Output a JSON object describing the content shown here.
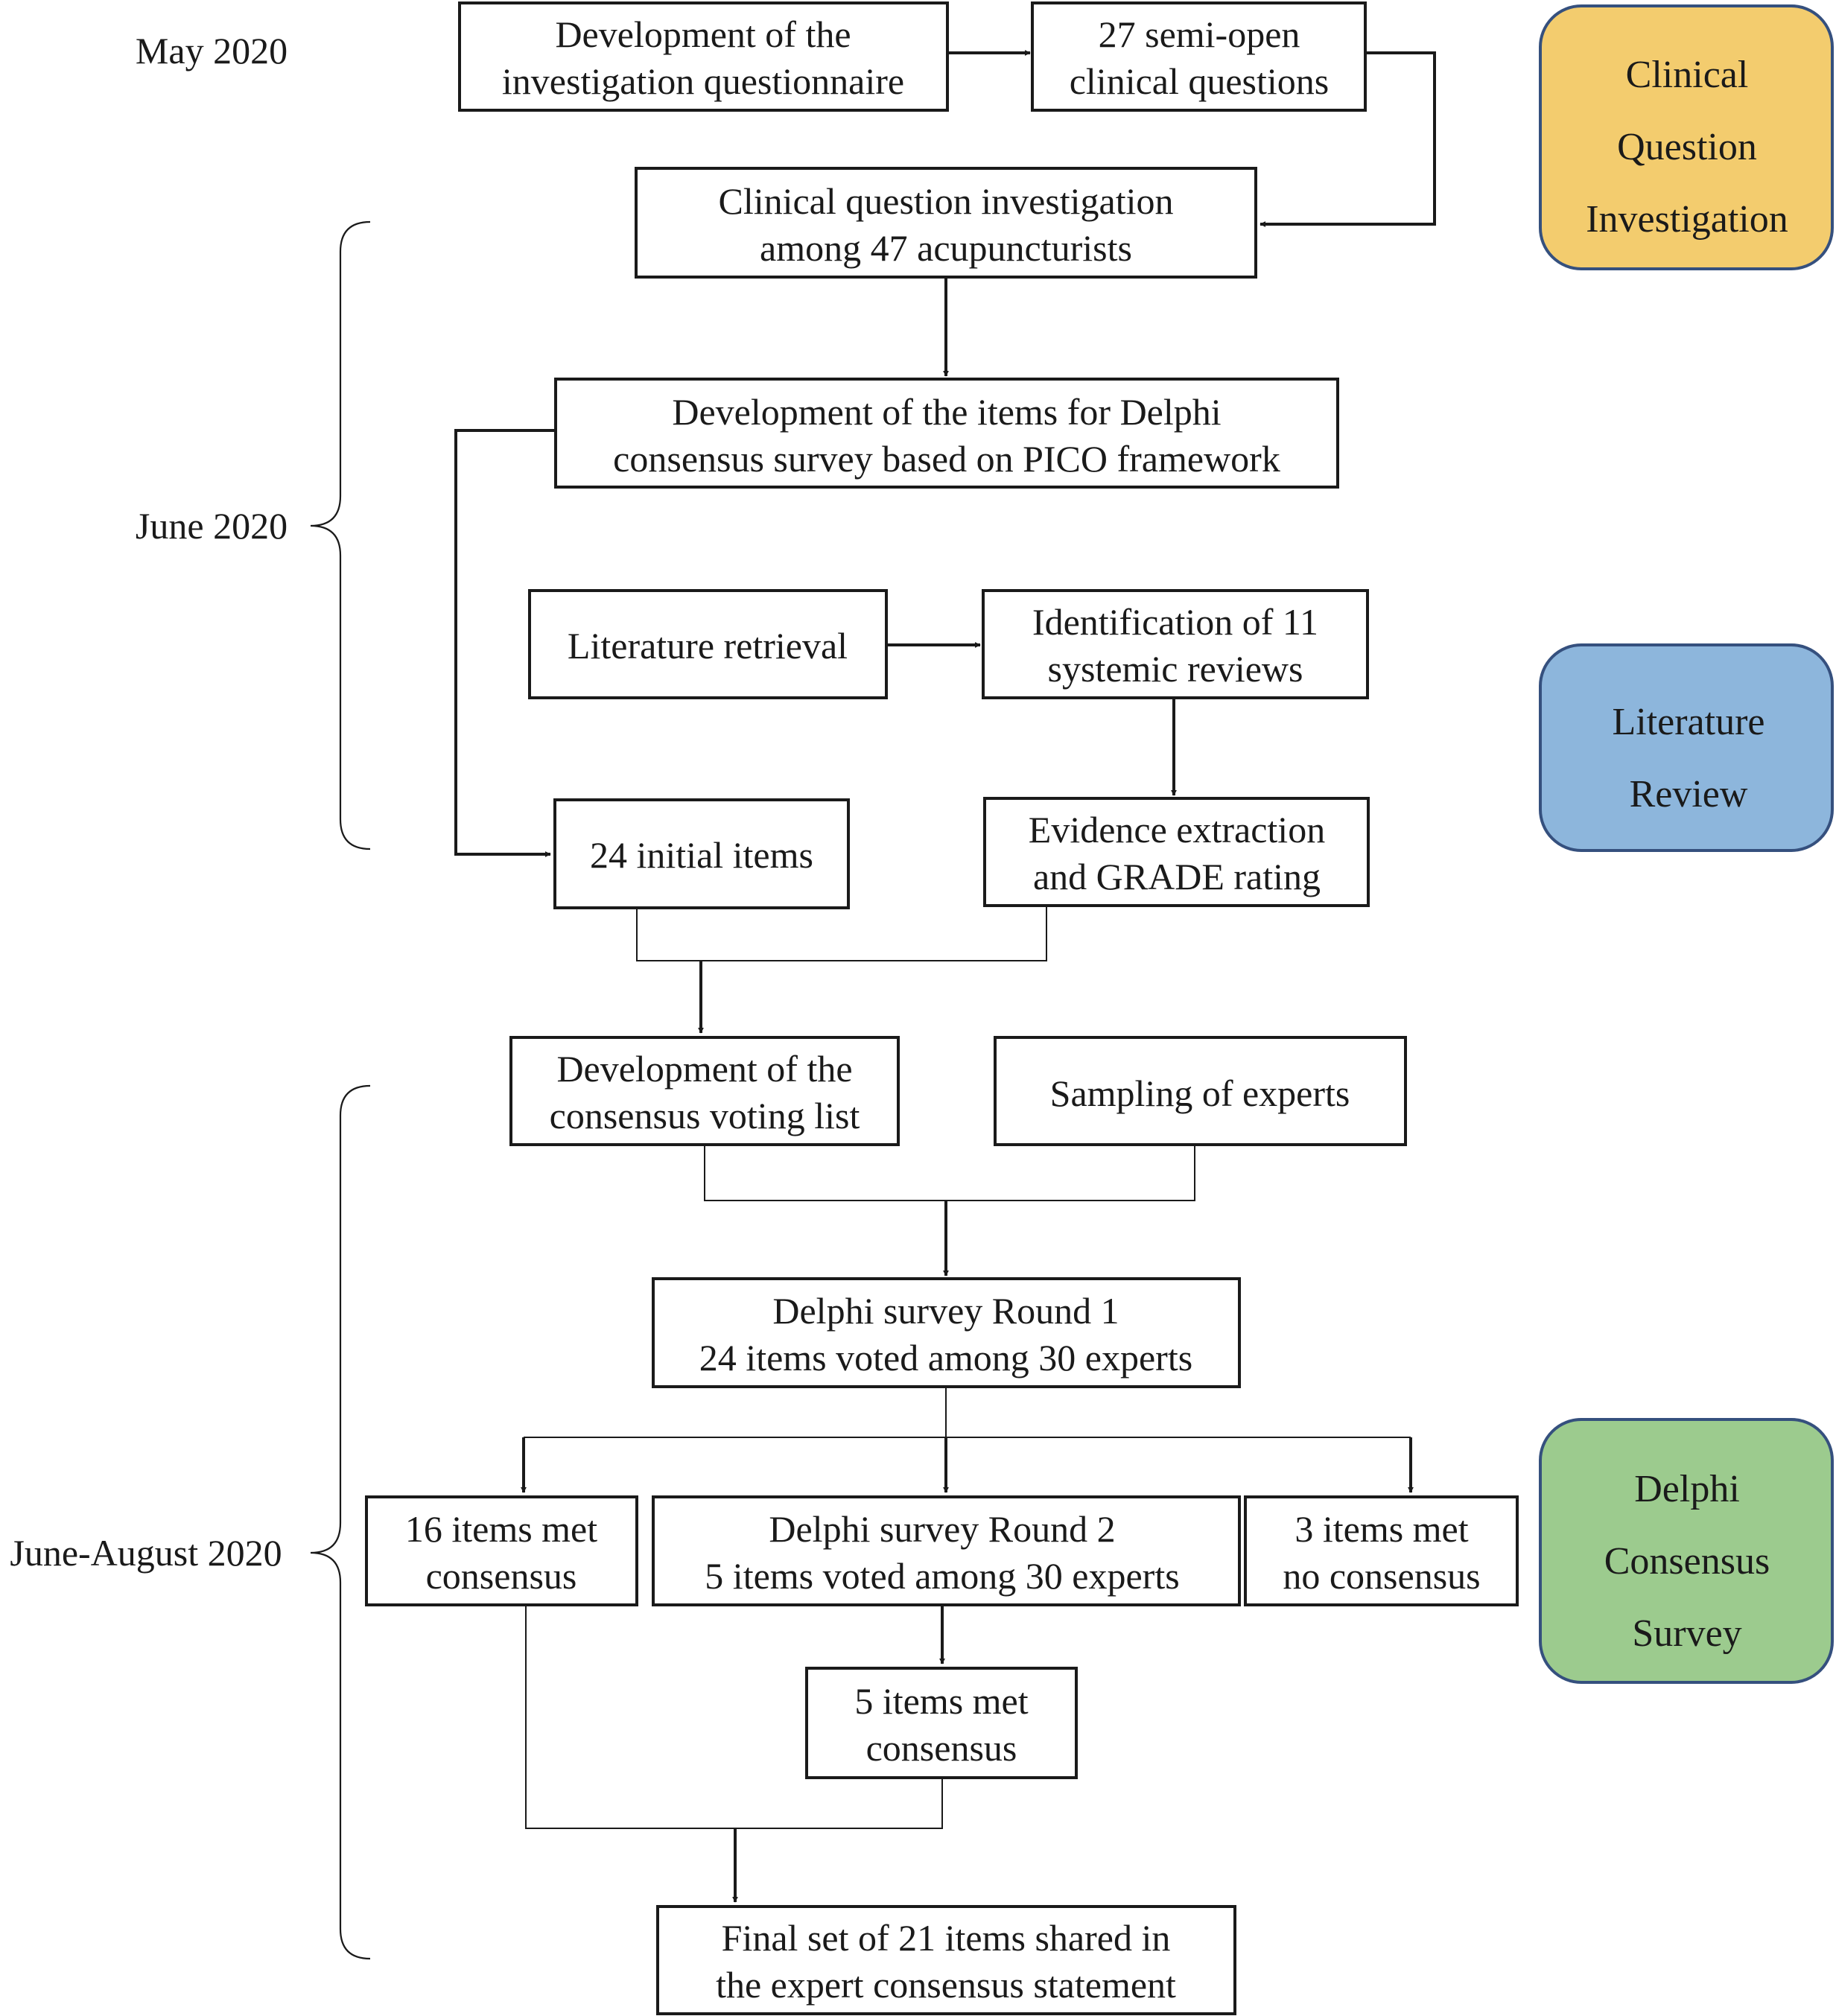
{
  "dates": {
    "may": "May 2020",
    "june": "June 2020",
    "june_august": "June-August 2020"
  },
  "boxes": {
    "dev_questionnaire": [
      "Development of the",
      "investigation questionnaire"
    ],
    "semi_open": [
      "27 semi-open",
      "clinical questions"
    ],
    "investigation": [
      "Clinical question investigation",
      "among 47 acupuncturists"
    ],
    "dev_items": [
      "Development of the items for Delphi",
      "consensus survey based on PICO framework"
    ],
    "lit_retrieval": [
      "Literature retrieval"
    ],
    "identification": [
      "Identification of 11",
      "systemic reviews"
    ],
    "initial_items": [
      "24 initial items"
    ],
    "evidence": [
      "Evidence extraction",
      "and GRADE rating"
    ],
    "voting_list": [
      "Development of the",
      "consensus voting list"
    ],
    "sampling": [
      "Sampling of experts"
    ],
    "round1": [
      "Delphi survey Round 1",
      "24 items voted among 30 experts"
    ],
    "met16": [
      "16 items met",
      "consensus"
    ],
    "round2": [
      "Delphi survey Round 2",
      "5 items voted among 30 experts"
    ],
    "nomet3": [
      "3 items met",
      "no consensus"
    ],
    "met5": [
      "5 items met",
      "consensus"
    ],
    "final": [
      "Final set of 21 items shared in",
      "the expert consensus statement"
    ]
  },
  "phases": {
    "clinical": {
      "lines": [
        "Clinical",
        "Question",
        "Investigation"
      ],
      "color": "#F3CC6E"
    },
    "literature": {
      "lines": [
        "Literature",
        "Review"
      ],
      "color": "#8DB6DC"
    },
    "delphi": {
      "lines": [
        "Delphi",
        "Consensus",
        "Survey"
      ],
      "color": "#9CCB8E"
    }
  },
  "colors": {
    "phase_border": "#35507E"
  }
}
